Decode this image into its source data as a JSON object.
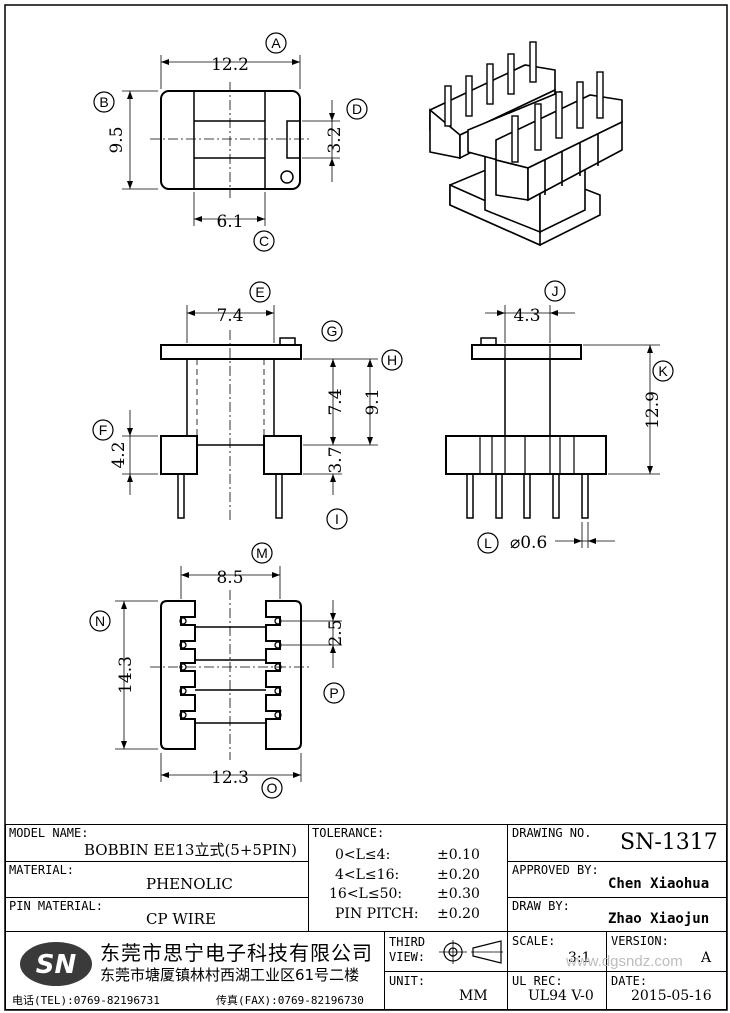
{
  "dimensions": {
    "A": {
      "letter": "A",
      "value": "12.2"
    },
    "B": {
      "letter": "B",
      "value": "9.5"
    },
    "C": {
      "letter": "C",
      "value": "6.1"
    },
    "D": {
      "letter": "D",
      "value": "3.2"
    },
    "E": {
      "letter": "E",
      "value": "7.4"
    },
    "F": {
      "letter": "F",
      "value": "4.2"
    },
    "G": {
      "letter": "G"
    },
    "H": {
      "letter": "H",
      "value": "9.1"
    },
    "H2": {
      "value": "7.4"
    },
    "I": {
      "letter": "I",
      "value": "3.7"
    },
    "J": {
      "letter": "J",
      "value": "4.3"
    },
    "K": {
      "letter": "K",
      "value": "12.9"
    },
    "L": {
      "letter": "L",
      "value": "⌀0.6"
    },
    "M": {
      "letter": "M",
      "value": "8.5"
    },
    "N": {
      "letter": "N",
      "value": "14.3"
    },
    "P": {
      "letter": "P",
      "value": "2.5"
    },
    "O": {
      "letter": "O",
      "value": "12.3"
    }
  },
  "title_block": {
    "model_label": "MODEL NAME:",
    "model_value": "BOBBIN EE13立式(5+5PIN)",
    "material_label": "MATERIAL:",
    "material_value": "PHENOLIC",
    "pin_material_label": "PIN MATERIAL:",
    "pin_material_value": "CP WIRE",
    "tolerance_label": "TOLERANCE:",
    "tolerances": [
      {
        "range": "0<L≤4:",
        "value": "±0.10"
      },
      {
        "range": "4<L≤16:",
        "value": "±0.20"
      },
      {
        "range": "16<L≤50:",
        "value": "±0.30"
      },
      {
        "range": "PIN PITCH:",
        "value": "±0.20"
      }
    ],
    "drawing_no_label": "DRAWING NO.",
    "drawing_no": "SN-1317",
    "approved_label": "APPROVED BY:",
    "approved_by": "Chen Xiaohua",
    "draw_label": "DRAW BY:",
    "draw_by": "Zhao Xiaojun",
    "logo_text": "SN",
    "company_name": "东莞市思宁电子科技有限公司",
    "company_address": "东莞市塘厦镇林村西湖工业区61号二楼",
    "phone": "电话(TEL):0769-82196731",
    "fax": "传真(FAX):0769-82196730",
    "third_view_label": "THIRD VIEW:",
    "third_view_line1": "THIRD",
    "third_view_line2": "VIEW:",
    "unit_label": "UNIT:",
    "unit_value": "MM",
    "scale_label": "SCALE:",
    "scale_value": "3:1",
    "version_label": "VERSION:",
    "version_value": "A",
    "ul_label": "UL REC:",
    "ul_value": "UL94 V-0",
    "date_label": "DATE:",
    "date_value": "2015-05-16",
    "watermark": "www.dgsndz.com"
  },
  "icons": {
    "logo": "sn-logo",
    "projection": "third-angle-projection-icon"
  }
}
